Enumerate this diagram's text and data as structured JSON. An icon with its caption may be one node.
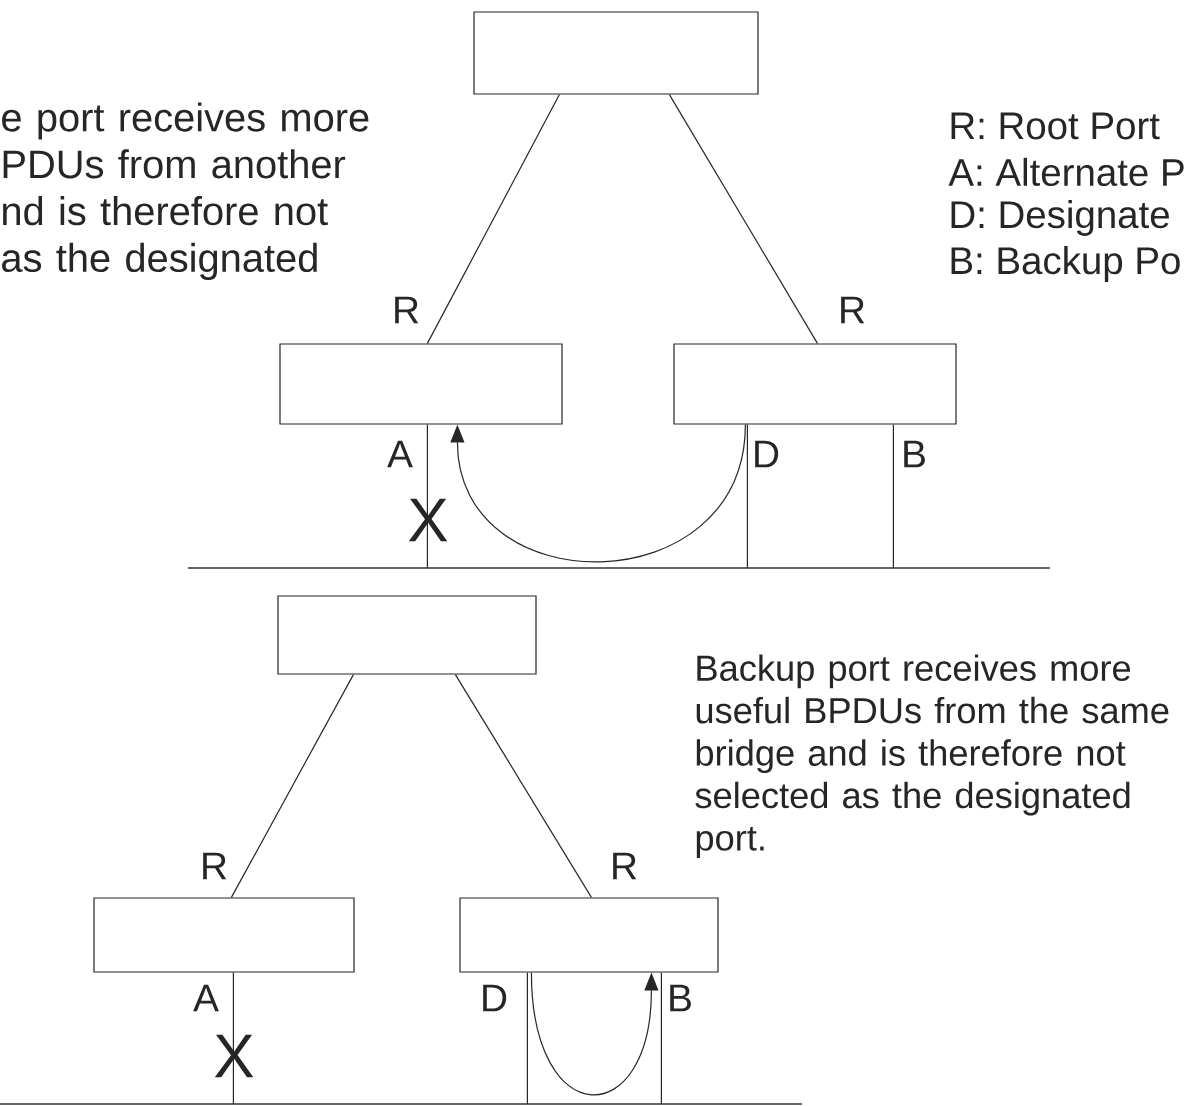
{
  "diagram": {
    "nodes": [
      {
        "text": [],
        "shape": "box"
      },
      {
        "text": [],
        "shape": "box"
      },
      {
        "text": [],
        "shape": "box"
      },
      {
        "text": [],
        "shape": "bar"
      },
      {
        "text": [],
        "shape": "box"
      },
      {
        "text": [],
        "shape": "box"
      },
      {
        "text": [],
        "shape": "box"
      },
      {
        "text": [],
        "shape": "bar"
      }
    ],
    "edges": [
      {
        "from": 0,
        "to": 1,
        "arrow": "none"
      },
      {
        "from": 0,
        "to": 2,
        "arrow": "none"
      },
      {
        "from": 1,
        "to": 3,
        "arrow": "none"
      },
      {
        "from": 2,
        "to": 3,
        "arrow": "none"
      },
      {
        "from": 2,
        "to": 3,
        "arrow": "none"
      },
      {
        "from": 2,
        "to": 1,
        "arrow": "to"
      },
      {
        "from": 4,
        "to": 5,
        "arrow": "none"
      },
      {
        "from": 4,
        "to": 6,
        "arrow": "none"
      },
      {
        "from": 5,
        "to": 7,
        "arrow": "none"
      },
      {
        "from": 6,
        "to": 7,
        "arrow": "none"
      },
      {
        "from": 6,
        "to": 7,
        "arrow": "none"
      },
      {
        "from": 6,
        "to": 6,
        "arrow": "to"
      }
    ],
    "labels": [
      "e port receives more PDUs from another nd is therefore not as the designated",
      "R: Root Port",
      "A: Alternate P",
      "D: Designate",
      "B: Backup Po",
      "R",
      "R",
      "A",
      "D",
      "B",
      "X",
      "Backup port receives more useful BPDUs from the same bridge and is therefore not selected as the designated port.",
      "R",
      "R",
      "A",
      "D",
      "B",
      "X"
    ]
  }
}
